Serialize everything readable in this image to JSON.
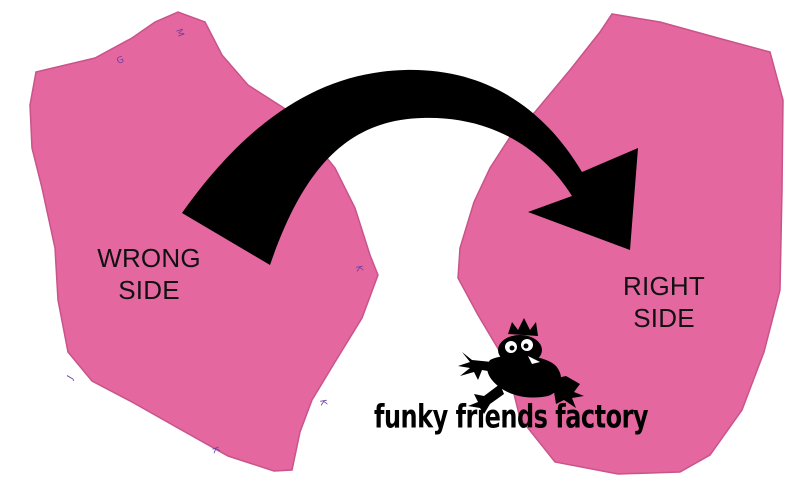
{
  "labels": {
    "wrong_side": [
      "WRONG",
      "SIDE"
    ],
    "right_side": [
      "RIGHT",
      "SIDE"
    ]
  },
  "brand": {
    "text": "funky friends factory"
  },
  "colors": {
    "fabric": "#e4679f",
    "fabric_edge": "#c9548a",
    "stitch_mark": "#6b3fa8",
    "arrow": "#000000",
    "background": "#ffffff"
  },
  "icons": {
    "arrow": "curved-arrow-icon",
    "logo": "frog-logo-icon"
  }
}
